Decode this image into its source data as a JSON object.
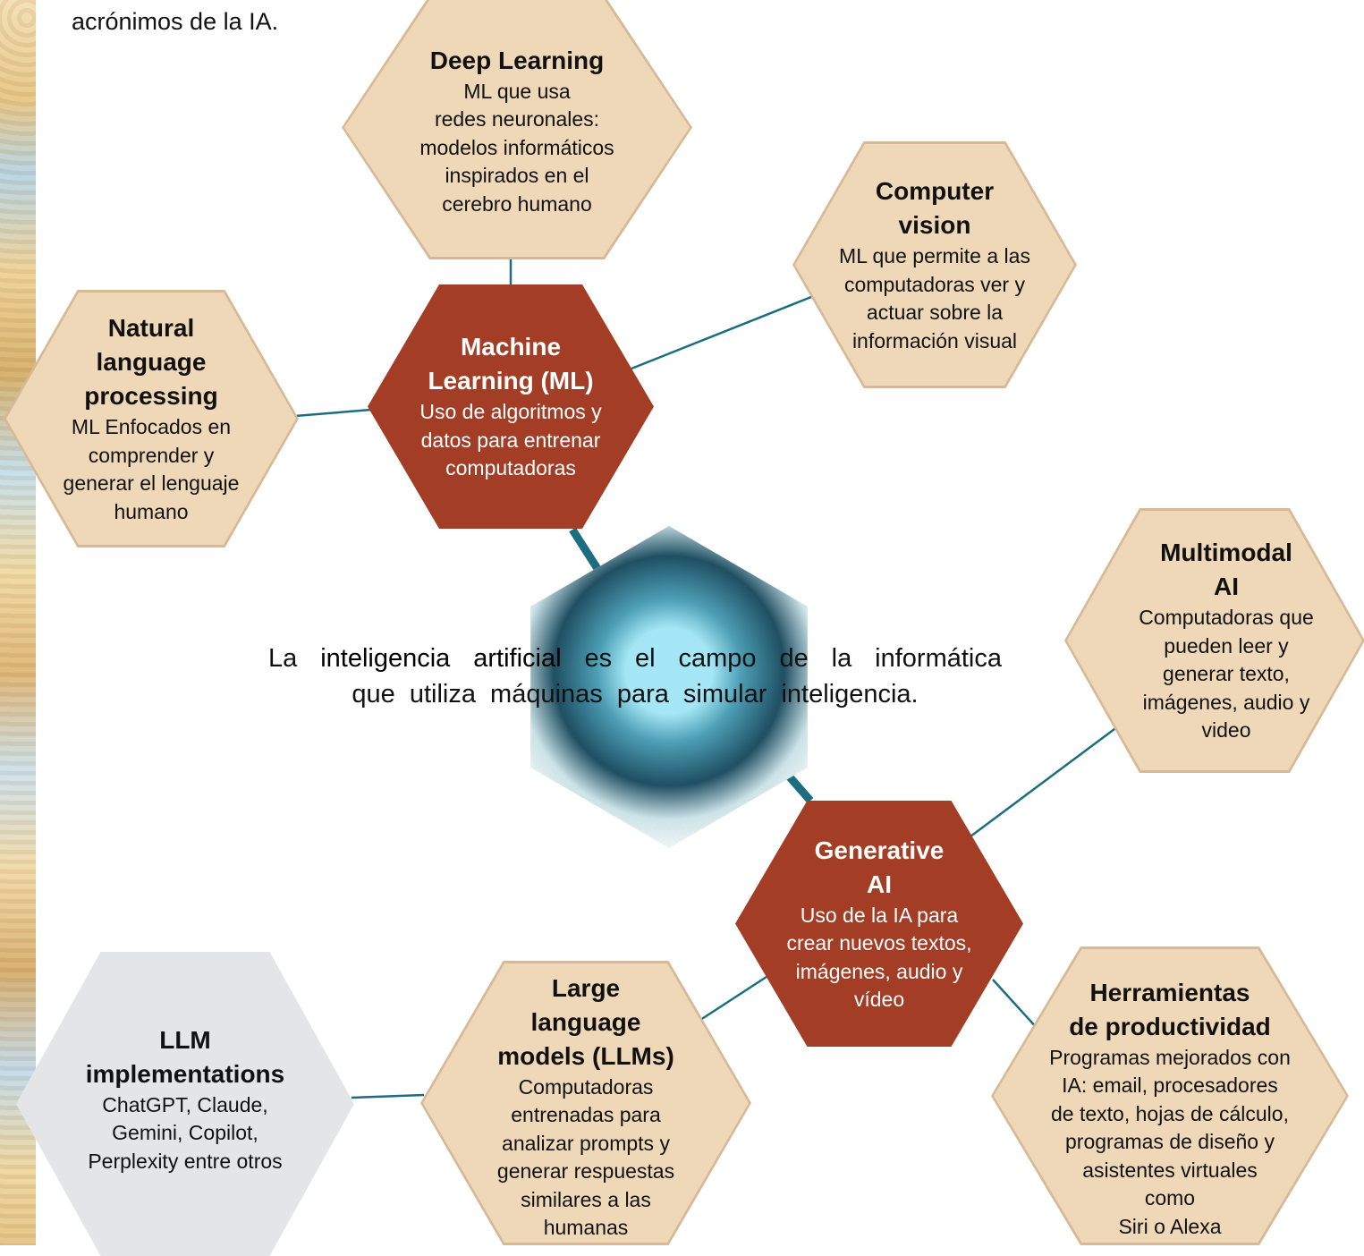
{
  "intro_text": "acrónimos de la IA.",
  "central": {
    "prefix": "La",
    "highlight": "inteligencia artificial",
    "line1_rest": "es el campo de la informática",
    "line2": "que utiliza máquinas para simular inteligencia."
  },
  "nodes": {
    "deep_learning": {
      "title": "Deep  Learning",
      "desc": [
        "ML que usa",
        "redes neuronales:",
        "modelos informáticos",
        "inspirados en el",
        "cerebro humano"
      ]
    },
    "computer_vision": {
      "title": [
        "Computer",
        "vision"
      ],
      "desc": [
        "ML que permite a las",
        "computadoras ver y",
        "actuar sobre la",
        "información visual"
      ]
    },
    "machine_learning": {
      "title": [
        "Machine",
        "Learning  (ML)"
      ],
      "desc": [
        "Uso de algoritmos y",
        "datos para entrenar",
        "computadoras"
      ]
    },
    "nlp": {
      "title": [
        "Natural",
        "language",
        "processing"
      ],
      "desc": [
        "ML Enfocados en",
        "comprender y",
        "generar el lenguaje",
        "humano"
      ]
    },
    "multimodal": {
      "title": [
        "Multimodal",
        "AI"
      ],
      "desc": [
        "Computadoras que",
        "pueden leer y",
        "generar texto,",
        "imágenes, audio y",
        "video"
      ]
    },
    "generative": {
      "title": [
        "Generative",
        "AI"
      ],
      "desc": [
        "Uso de la IA para",
        "crear nuevos textos,",
        "imágenes, audio y",
        "vídeo"
      ]
    },
    "llm_impl": {
      "title": [
        "LLM",
        "implementations"
      ],
      "desc": [
        "ChatGPT, Claude,",
        "Gemini, Copilot,",
        "Perplexity entre otros"
      ]
    },
    "llms": {
      "title": [
        "Large",
        "language",
        "models  (LLMs)"
      ],
      "desc": [
        "Computadoras",
        "entrenadas para",
        "analizar prompts y",
        "generar respuestas",
        "similares a las",
        "humanas"
      ]
    },
    "productivity": {
      "title": [
        "Herramientas",
        "de productividad"
      ],
      "desc": [
        "Programas mejorados con",
        "IA: email, procesadores",
        "de texto, hojas de cálculo,",
        "programas de diseño y",
        "asistentes virtuales",
        "como",
        "Siri o Alexa"
      ]
    }
  },
  "colors": {
    "tan": "#efd8b7",
    "red": "#a33d25",
    "gray": "#e4e5e7",
    "link": "#1b6e80"
  }
}
